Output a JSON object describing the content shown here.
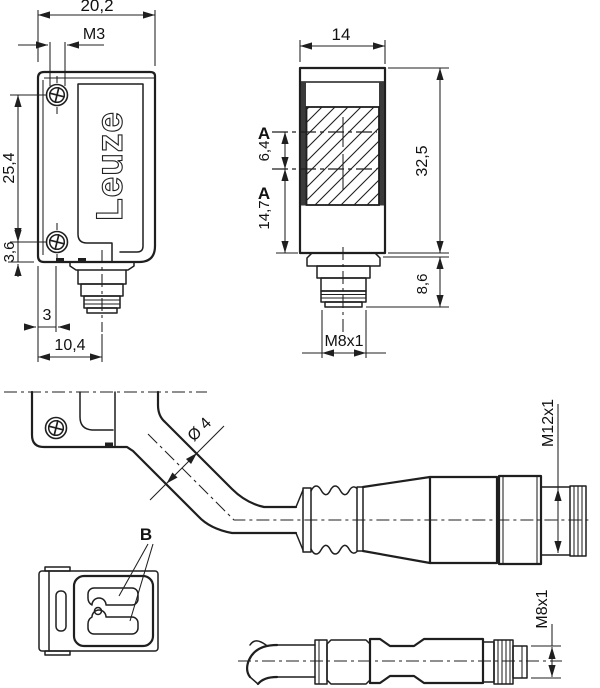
{
  "brand": {
    "logo_text": "Leuze"
  },
  "side_view": {
    "dim_width": "20,2",
    "dim_mount_thread": "M3",
    "dim_hole_spacing": "25,4",
    "dim_hole_to_bottom": "3,6",
    "dim_edge_offset": "3",
    "dim_connector_axis": "10,4"
  },
  "front_view": {
    "dim_width": "14",
    "section_mark_upper": "A",
    "section_mark_lower": "A",
    "dim_axis_spacing": "6,4",
    "dim_axis_to_bottom": "14,7",
    "dim_height": "32,5",
    "dim_connector_height": "8,6",
    "dim_connector_thread": "M8x1"
  },
  "connection_view": {
    "dim_cable_diameter": "Ø 4",
    "dim_m12_thread": "M12x1",
    "dim_m8_thread": "M8x1",
    "detail_mark": "B"
  },
  "colors": {
    "line": "#1f1f1f",
    "background": "#ffffff"
  }
}
